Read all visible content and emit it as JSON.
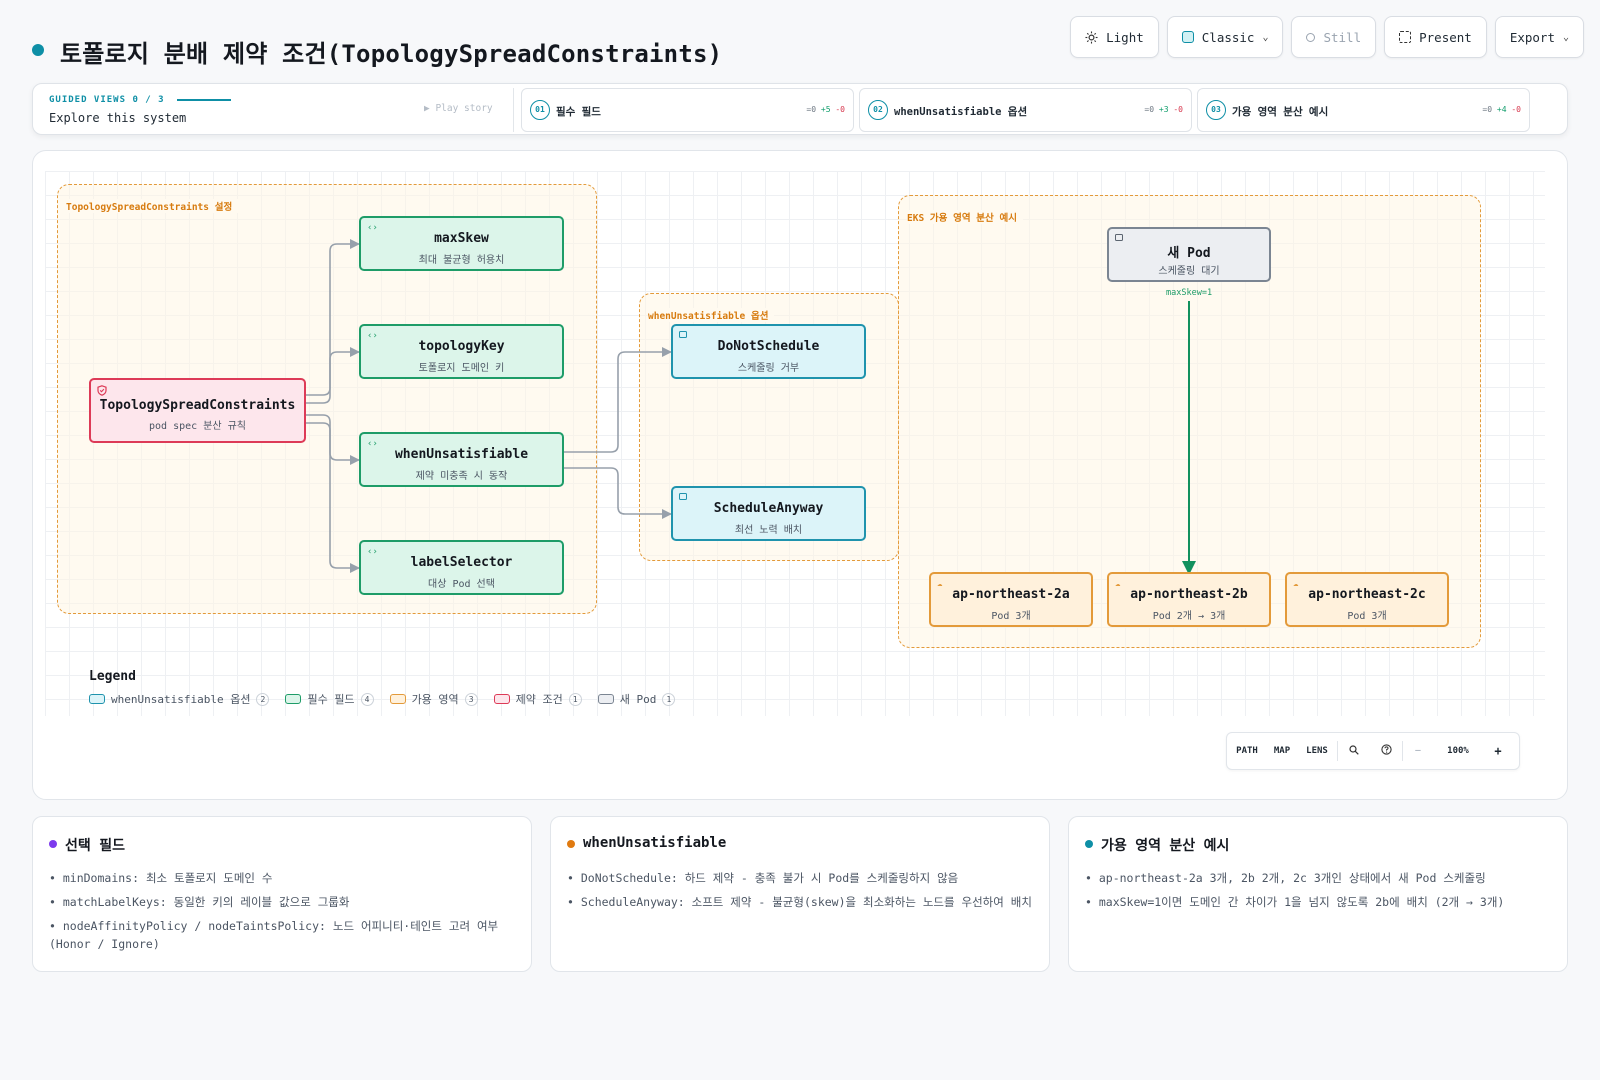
{
  "page": {
    "title": "토폴로지 분배 제약 조건(TopologySpreadConstraints)"
  },
  "toolbar": {
    "light": "Light",
    "classic": "Classic",
    "still": "Still",
    "present": "Present",
    "export": "Export"
  },
  "guided": {
    "label": "GUIDED VIEWS 0 / 3",
    "subtitle": "Explore this system",
    "play": "▶ Play story",
    "steps": [
      {
        "num": "01",
        "label": "필수 필드",
        "eq": "=0",
        "plus": "+5",
        "minus": "-0"
      },
      {
        "num": "02",
        "label": "whenUnsatisfiable 옵션",
        "eq": "=0",
        "plus": "+3",
        "minus": "-0"
      },
      {
        "num": "03",
        "label": "가용 영역 분산 예시",
        "eq": "=0",
        "plus": "+4",
        "minus": "-0"
      }
    ]
  },
  "diagram": {
    "groups": {
      "settings": "TopologySpreadConstraints 설정",
      "options": "whenUnsatisfiable 옵션",
      "eks": "EKS 가용 영역 분산 예시"
    },
    "nodes": {
      "root": {
        "title": "TopologySpreadConstraints",
        "sub": "pod spec 분산 규칙"
      },
      "maxSkew": {
        "title": "maxSkew",
        "sub": "최대 불균형 허용치"
      },
      "topologyKey": {
        "title": "topologyKey",
        "sub": "토폴로지 도메인 키"
      },
      "whenUnsatisfiable": {
        "title": "whenUnsatisfiable",
        "sub": "제약 미충족 시 동작"
      },
      "labelSelector": {
        "title": "labelSelector",
        "sub": "대상 Pod 선택"
      },
      "doNotSchedule": {
        "title": "DoNotSchedule",
        "sub": "스케줄링 거부"
      },
      "scheduleAnyway": {
        "title": "ScheduleAnyway",
        "sub": "최선 노력 배치"
      },
      "newPod": {
        "title": "새 Pod",
        "sub": "스케줄링 대기"
      },
      "az2a": {
        "title": "ap-northeast-2a",
        "sub": "Pod 3개"
      },
      "az2b": {
        "title": "ap-northeast-2b",
        "sub": "Pod 2개 → 3개"
      },
      "az2c": {
        "title": "ap-northeast-2c",
        "sub": "Pod 3개"
      }
    },
    "edge_label": "maxSkew=1"
  },
  "legend": {
    "title": "Legend",
    "items": [
      {
        "label": "whenUnsatisfiable 옵션",
        "count": "2",
        "color": "#1f93ad"
      },
      {
        "label": "필수 필드",
        "count": "4",
        "color": "#1e9c68"
      },
      {
        "label": "가용 영역",
        "count": "3",
        "color": "#e39a3a"
      },
      {
        "label": "제약 조건",
        "count": "1",
        "color": "#dd3a57"
      },
      {
        "label": "새 Pod",
        "count": "1",
        "color": "#7b8592"
      }
    ]
  },
  "zoom": {
    "path": "PATH",
    "map": "MAP",
    "lens": "LENS",
    "minus": "—",
    "level": "100%",
    "plus": "+"
  },
  "cards": [
    {
      "title": "선택 필드",
      "color": "#7c3aed",
      "items": [
        "minDomains: 최소 토폴로지 도메인 수",
        "matchLabelKeys: 동일한 키의 레이블 값으로 그룹화",
        "nodeAffinityPolicy / nodeTaintsPolicy: 노드 어피니티·테인트 고려 여부 (Honor / Ignore)"
      ]
    },
    {
      "title": "whenUnsatisfiable",
      "color": "#e07a10",
      "items": [
        "DoNotSchedule: 하드 제약 - 충족 불가 시 Pod를 스케줄링하지 않음",
        "ScheduleAnyway: 소프트 제약 - 불균형(skew)을 최소화하는 노드를 우선하여 배치"
      ]
    },
    {
      "title": "가용 영역 분산 예시",
      "color": "#0e8fa6",
      "items": [
        "ap-northeast-2a 3개, 2b 2개, 2c 3개인 상태에서 새 Pod 스케줄링",
        "maxSkew=1이면 도메인 간 차이가 1을 넘지 않도록 2b에 배치 (2개 → 3개)"
      ]
    }
  ]
}
